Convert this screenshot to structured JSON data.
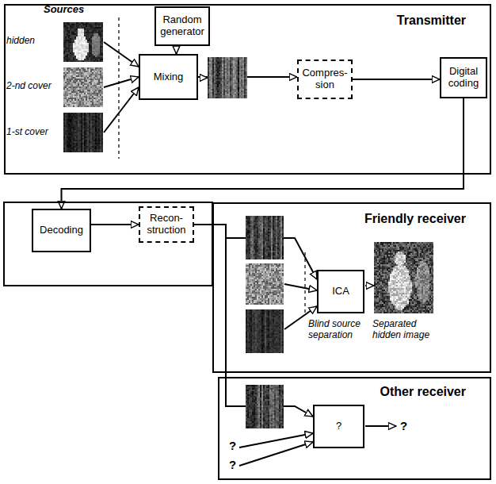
{
  "diagram": {
    "nodes": [
      {
        "text": [
          "Transmitter"
        ]
      },
      {
        "text": [
          "Random generator"
        ],
        "in": 0
      },
      {
        "text": [
          "Mixing"
        ],
        "in": 0
      },
      {
        "text": [
          "Compres- sion"
        ],
        "in": 0
      },
      {
        "text": [
          "Digital coding"
        ],
        "in": 0
      },
      {
        "text": [
          "Decoding"
        ]
      },
      {
        "text": [
          "Recon- struction"
        ]
      },
      {
        "text": [
          "Friendly receiver"
        ]
      },
      {
        "text": [
          "ICA"
        ],
        "in": 7
      },
      {
        "text": [
          "Other receiver"
        ]
      },
      {
        "text": [
          "?"
        ],
        "in": 9
      }
    ],
    "edges": [
      {
        "from": 1,
        "to": 2,
        "arrow": "to"
      },
      {
        "from": 2,
        "to": 3,
        "arrow": "to"
      },
      {
        "from": 3,
        "to": 4,
        "arrow": "to"
      },
      {
        "from": 4,
        "to": 5,
        "arrow": "to"
      },
      {
        "from": 5,
        "to": 6,
        "arrow": "to"
      },
      {
        "from": 6,
        "to": 8,
        "arrow": "to"
      },
      {
        "from": 6,
        "to": 10,
        "arrow": "to"
      }
    ],
    "labels": [
      "Sources",
      "hidden",
      "2-nd cover",
      "1-st cover",
      "Blind source separation",
      "Separated hidden image",
      "?",
      "?",
      "?"
    ]
  }
}
